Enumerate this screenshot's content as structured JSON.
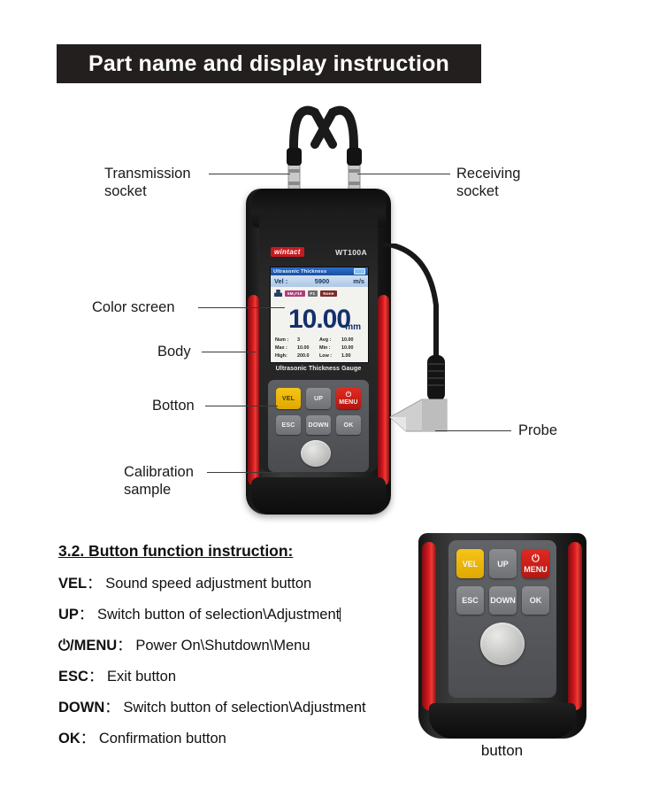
{
  "banner": {
    "title": "Part name and display instruction"
  },
  "callouts": {
    "transmission_socket": "Transmission\nsocket",
    "receiving_socket": "Receiving\nsocket",
    "color_screen": "Color screen",
    "body": "Body",
    "botton": "Botton",
    "calibration_sample": "Calibration\nsample",
    "probe": "Probe"
  },
  "device": {
    "brand": "wintact",
    "model": "WT100A",
    "caption": "Ultrasonic Thickness Gauge",
    "screen": {
      "title": "Ultrasonic  Thickness",
      "battery_icon": "battery-icon",
      "velocity_label": "Vel :",
      "velocity_value": "5900",
      "velocity_unit": "m/s",
      "probe_icon": "probe-icon",
      "badges": [
        "5M,#10",
        "F1",
        "None"
      ],
      "value": "10.00",
      "unit": "mm",
      "stats": [
        {
          "left_label": "Num :",
          "left_value": "3",
          "right_label": "Avg :",
          "right_value": "10.00"
        },
        {
          "left_label": "Max :",
          "left_value": "10.00",
          "right_label": "Min :",
          "right_value": "10.00"
        },
        {
          "left_label": "High:",
          "left_value": "200.0",
          "right_label": "Low :",
          "right_value": "1.00"
        }
      ]
    },
    "keys": [
      {
        "label": "VEL",
        "style": "yellow",
        "glyph": ""
      },
      {
        "label": "UP",
        "style": "gray",
        "glyph": ""
      },
      {
        "label": "MENU",
        "style": "red",
        "glyph": "⏻"
      },
      {
        "label": "ESC",
        "style": "gray",
        "glyph": ""
      },
      {
        "label": "DOWN",
        "style": "gray",
        "glyph": ""
      },
      {
        "label": "OK",
        "style": "gray",
        "glyph": ""
      }
    ]
  },
  "instructions": {
    "heading": "3.2. Button function instruction:",
    "items": [
      {
        "key": "VEL",
        "sep": "：",
        "text": "Sound speed adjustment button",
        "cursor": false
      },
      {
        "key": "UP",
        "sep": "：",
        "text": "Switch button of selection\\Adjustment",
        "cursor": true
      },
      {
        "key": "⏻/MENU",
        "sep": "：",
        "text": "Power On\\Shutdown\\Menu",
        "cursor": false
      },
      {
        "key": "ESC",
        "sep": "：",
        "text": "Exit button",
        "cursor": false
      },
      {
        "key": "DOWN",
        "sep": "：",
        "text": "Switch button of selection\\Adjustment",
        "cursor": false
      },
      {
        "key": "OK",
        "sep": "：",
        "text": "Confirmation button",
        "cursor": false
      }
    ]
  },
  "inset": {
    "caption": "button",
    "keys": [
      {
        "label": "VEL",
        "style": "yellow",
        "glyph": ""
      },
      {
        "label": "UP",
        "style": "gray",
        "glyph": ""
      },
      {
        "label": "MENU",
        "style": "red",
        "glyph": "⏻"
      },
      {
        "label": "ESC",
        "style": "gray",
        "glyph": ""
      },
      {
        "label": "DOWN",
        "style": "gray",
        "glyph": ""
      },
      {
        "label": "OK",
        "style": "gray",
        "glyph": ""
      }
    ]
  },
  "colors": {
    "banner_bg": "#231f1f",
    "accent_red": "#d5181f",
    "key_yellow": "#f5c518",
    "lcd_blue": "#14306b"
  }
}
